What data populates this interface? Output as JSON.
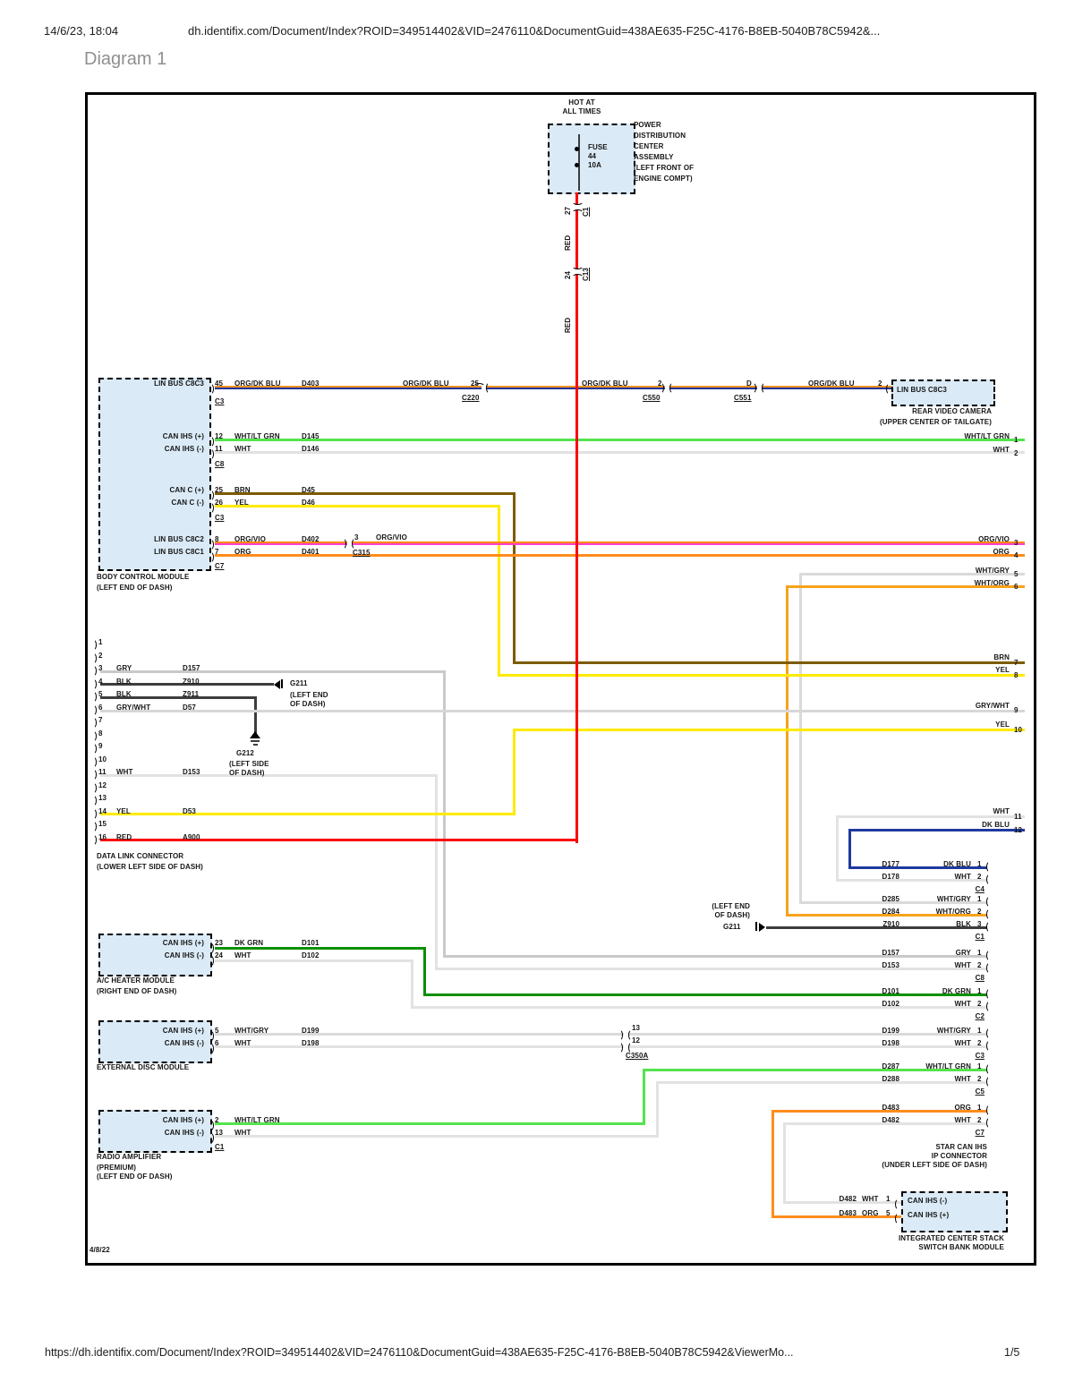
{
  "header": {
    "datetime": "14/6/23, 18:04",
    "url": "dh.identifix.com/Document/Index?ROID=349514402&VID=2476110&DocumentGuid=438AE635-F25C-4176-B8EB-5040B78C5942&...",
    "title": "Diagram 1"
  },
  "footer": {
    "url": "https://dh.identifix.com/Document/Index?ROID=349514402&VID=2476110&DocumentGuid=438AE635-F25C-4176-B8EB-5040B78C5942&ViewerMo...",
    "page": "1/5"
  },
  "diagram": {
    "date": "4/8/22"
  },
  "pdc": {
    "hot": "HOT AT\nALL TIMES",
    "fuse": "FUSE\n44\n10A",
    "name": "POWER\nDISTRIBUTION\nCENTER\nASSEMBLY\n(LEFT FRONT OF\nENGINE COMPT)"
  },
  "red_run": {
    "out_pin": "27",
    "out_conn": "C1",
    "color": "RED",
    "mid_pin": "24",
    "mid_conn": "C13",
    "color2": "RED"
  },
  "bcm": {
    "rows": [
      {
        "label": "LIN BUS C8C3",
        "pin": "45",
        "color": "ORG/DK BLU",
        "circuit": "D403"
      },
      {
        "label": "CAN IHS (+)",
        "pin": "12",
        "color": "WHT/LT GRN",
        "circuit": "D145"
      },
      {
        "label": "CAN IHS (-)",
        "pin": "11",
        "color": "WHT",
        "circuit": "D146"
      },
      {
        "label": "CAN C (+)",
        "pin": "25",
        "color": "BRN",
        "circuit": "D45"
      },
      {
        "label": "CAN C (-)",
        "pin": "26",
        "color": "YEL",
        "circuit": "D46"
      },
      {
        "label": "LIN BUS C8C2",
        "pin": "8",
        "color": "ORG/VIO",
        "circuit": "D402"
      },
      {
        "label": "LIN BUS C8C1",
        "pin": "7",
        "color": "ORG",
        "circuit": "D401"
      }
    ],
    "connectors": [
      "C3",
      "C8",
      "C3",
      "C7"
    ],
    "name": "BODY CONTROL MODULE",
    "loc": "(LEFT END OF DASH)"
  },
  "lin3_run": {
    "seg_labels": [
      "ORG/DK BLU",
      "ORG/DK BLU",
      "ORG/DK BLU"
    ],
    "conns": [
      {
        "pin": "25",
        "name": "C220"
      },
      {
        "pin": "2",
        "name": "C550"
      },
      {
        "pin": "D",
        "name": "C551"
      }
    ],
    "cam_pin": "2"
  },
  "lin2_conn": {
    "pin": "3",
    "color": "ORG/VIO",
    "name": "C315"
  },
  "camera": {
    "port": "LIN BUS C8C3",
    "name": "REAR VIDEO CAMERA",
    "loc": "(UPPER CENTER OF TAILGATE)"
  },
  "right_pins": [
    {
      "color": "WHT/LT GRN",
      "pin": "1"
    },
    {
      "color": "WHT",
      "pin": "2"
    },
    {
      "color": "ORG/VIO",
      "pin": "3"
    },
    {
      "color": "ORG",
      "pin": "4"
    },
    {
      "color": "WHT/GRY",
      "pin": "5"
    },
    {
      "color": "WHT/ORG",
      "pin": "6"
    },
    {
      "color": "BRN",
      "pin": "7"
    },
    {
      "color": "YEL",
      "pin": "8"
    },
    {
      "color": "GRY/WHT",
      "pin": "9"
    },
    {
      "color": "YEL",
      "pin": "10"
    },
    {
      "color": "WHT",
      "pin": "11"
    },
    {
      "color": "DK BLU",
      "pin": "12"
    }
  ],
  "dlc": {
    "pins": [
      {
        "num": "1",
        "color": "",
        "circuit": ""
      },
      {
        "num": "2",
        "color": "",
        "circuit": ""
      },
      {
        "num": "3",
        "color": "GRY",
        "circuit": "D157"
      },
      {
        "num": "4",
        "color": "BLK",
        "circuit": "Z910"
      },
      {
        "num": "5",
        "color": "BLK",
        "circuit": "Z911"
      },
      {
        "num": "6",
        "color": "GRY/WHT",
        "circuit": "D57"
      },
      {
        "num": "7",
        "color": "",
        "circuit": ""
      },
      {
        "num": "8",
        "color": "",
        "circuit": ""
      },
      {
        "num": "9",
        "color": "",
        "circuit": ""
      },
      {
        "num": "10",
        "color": "",
        "circuit": ""
      },
      {
        "num": "11",
        "color": "WHT",
        "circuit": "D153"
      },
      {
        "num": "12",
        "color": "",
        "circuit": ""
      },
      {
        "num": "13",
        "color": "",
        "circuit": ""
      },
      {
        "num": "14",
        "color": "YEL",
        "circuit": "D53"
      },
      {
        "num": "15",
        "color": "",
        "circuit": ""
      },
      {
        "num": "16",
        "color": "RED",
        "circuit": "A900"
      }
    ],
    "name": "DATA LINK CONNECTOR",
    "loc": "(LOWER LEFT SIDE OF DASH)"
  },
  "grounds": {
    "g211_left": {
      "name": "G211",
      "loc": "(LEFT END\nOF DASH)"
    },
    "g212": {
      "name": "G212",
      "loc": "(LEFT SIDE\nOF DASH)"
    },
    "g211_right": {
      "name": "G211",
      "loc": "(LEFT END\nOF DASH)"
    }
  },
  "star": {
    "label": "STAR CAN IHS\nIP CONNECTOR\n(UNDER LEFT SIDE OF DASH)",
    "groups": [
      {
        "conn": "C4",
        "rows": [
          {
            "circuit": "D177",
            "color": "DK BLU",
            "pin": "1"
          },
          {
            "circuit": "D178",
            "color": "WHT",
            "pin": "2"
          }
        ]
      },
      {
        "conn": "C1",
        "rows": [
          {
            "circuit": "D285",
            "color": "WHT/GRY",
            "pin": "1"
          },
          {
            "circuit": "D284",
            "color": "WHT/ORG",
            "pin": "2"
          },
          {
            "circuit": "Z910",
            "color": "BLK",
            "pin": "3"
          }
        ]
      },
      {
        "conn": "C8",
        "rows": [
          {
            "circuit": "D157",
            "color": "GRY",
            "pin": "1"
          },
          {
            "circuit": "D153",
            "color": "WHT",
            "pin": "2"
          }
        ]
      },
      {
        "conn": "C2",
        "rows": [
          {
            "circuit": "D101",
            "color": "DK GRN",
            "pin": "1"
          },
          {
            "circuit": "D102",
            "color": "WHT",
            "pin": "2"
          }
        ]
      },
      {
        "conn": "C3",
        "rows": [
          {
            "circuit": "D199",
            "color": "WHT/GRY",
            "pin": "1"
          },
          {
            "circuit": "D198",
            "color": "WHT",
            "pin": "2"
          }
        ]
      },
      {
        "conn": "C5",
        "rows": [
          {
            "circuit": "D287",
            "color": "WHT/LT GRN",
            "pin": "1"
          },
          {
            "circuit": "D288",
            "color": "WHT",
            "pin": "2"
          }
        ]
      },
      {
        "conn": "C7",
        "rows": [
          {
            "circuit": "D483",
            "color": "ORG",
            "pin": "1"
          },
          {
            "circuit": "D482",
            "color": "WHT",
            "pin": "2"
          }
        ]
      }
    ]
  },
  "modules": {
    "ac": {
      "rows": [
        {
          "label": "CAN IHS (+)",
          "pin": "23",
          "color": "DK GRN",
          "circuit": "D101"
        },
        {
          "label": "CAN IHS (-)",
          "pin": "24",
          "color": "WHT",
          "circuit": "D102"
        }
      ],
      "name": "A/C HEATER MODULE",
      "loc": "(RIGHT END OF DASH)"
    },
    "disc": {
      "rows": [
        {
          "label": "CAN IHS (+)",
          "pin": "5",
          "color": "WHT/GRY",
          "circuit": "D199"
        },
        {
          "label": "CAN IHS (-)",
          "pin": "6",
          "color": "WHT",
          "circuit": "D198"
        }
      ],
      "name": "EXTERNAL DISC MODULE",
      "loc": ""
    },
    "amp": {
      "rows": [
        {
          "label": "CAN IHS (+)",
          "pin": "2",
          "color": "WHT/LT GRN",
          "circuit": ""
        },
        {
          "label": "CAN IHS (-)",
          "pin": "13",
          "color": "WHT",
          "circuit": ""
        }
      ],
      "conn": "C1",
      "name": "RADIO AMPLIFIER",
      "loc": "(PREMIUM)\n(LEFT END OF DASH)"
    }
  },
  "c350a": {
    "pin_top": "13",
    "pin_bot": "12",
    "name": "C350A"
  },
  "ics": {
    "rows": [
      {
        "circuit": "D482",
        "color": "WHT",
        "pin": "1",
        "label": "CAN IHS (-)"
      },
      {
        "circuit": "D483",
        "color": "ORG",
        "pin": "5",
        "label": "CAN IHS (+)"
      }
    ],
    "name": "INTEGRATED CENTER STACK\nSWITCH BANK MODULE"
  },
  "colors": {
    "component_fill": "#daeaf6",
    "red": "#fb0505",
    "orange": "#ff8d1c",
    "yellow": "#ffea00",
    "light_green": "#54e34e",
    "dark_green": "#0a9000",
    "brown": "#7d5a00",
    "navy": "#1f3a9e",
    "magenta": "#ff3fd4",
    "white_wire": "#e2e2e2",
    "gray_wire": "#c9c9c9",
    "black_wire": "#3d3d3d"
  }
}
